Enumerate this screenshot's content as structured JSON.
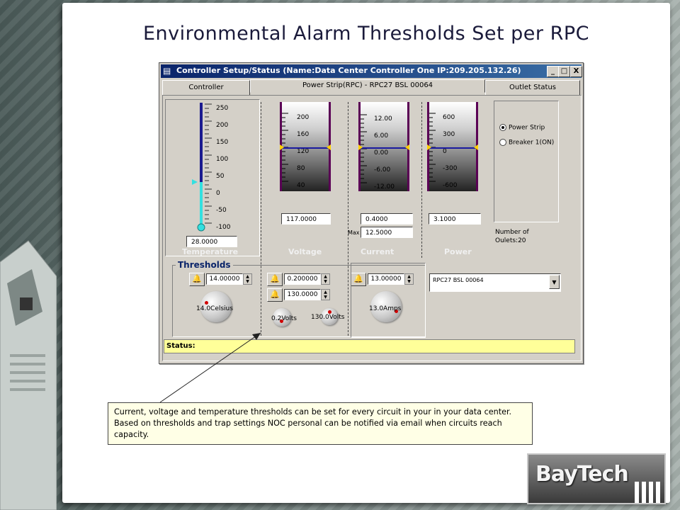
{
  "slide": {
    "title": "Environmental Alarm Thresholds Set per RPC",
    "callout_text": "Current, voltage and temperature thresholds can be set for every circuit in your in your data center. Based on thresholds and trap settings NOC personal can be notified via email when circuits reach capacity.",
    "logo_text": "BayTech"
  },
  "window": {
    "title": "Controller Setup/Status (Name:Data Center Controller One IP:209.205.132.26)",
    "buttons": {
      "minimize": "_",
      "maximize": "□",
      "close": "X"
    },
    "tabs": [
      {
        "label": "Controller",
        "active": false
      },
      {
        "label": "Power Strip(RPC) - RPC27 BSL 00064",
        "active": true
      },
      {
        "label": "Outlet Status",
        "active": false
      }
    ]
  },
  "gauges": {
    "temperature": {
      "label": "Temperature",
      "ticks": [
        "250",
        "200",
        "150",
        "100",
        "50",
        "0",
        "-50",
        "-100"
      ],
      "value": "28.0000"
    },
    "voltage": {
      "label": "Voltage",
      "ticks": [
        "200",
        "160",
        "120",
        "80",
        "40"
      ],
      "value": "117.0000"
    },
    "current": {
      "label": "Current",
      "ticks": [
        "12.00",
        "6.00",
        "0.00",
        "-6.00",
        "-12.00"
      ],
      "value": "0.4000",
      "max_label": "Max",
      "max_value": "12.5000"
    },
    "power": {
      "label": "Power",
      "ticks": [
        "600",
        "300",
        "0",
        "-300",
        "-600"
      ],
      "value": "3.1000"
    }
  },
  "side_panel": {
    "options": [
      {
        "label": "Power Strip",
        "selected": true
      },
      {
        "label": "Breaker 1(ON)",
        "selected": false
      }
    ],
    "outlets_text_line1": "Number of",
    "outlets_text_line2": "Oulets:20"
  },
  "thresholds": {
    "title": "Thresholds",
    "temperature": {
      "value": "14.00000",
      "knob_label": "14.0Celsius"
    },
    "voltage_low": {
      "value": "0.200000",
      "knob_label": "0.2Volts"
    },
    "voltage_high": {
      "value": "130.0000",
      "knob_label": "130.0Volts"
    },
    "current": {
      "value": "13.00000",
      "knob_label": "13.0Amps"
    }
  },
  "device_select": {
    "selected": "RPC27 BSL 00064"
  },
  "status": {
    "label": "Status:"
  }
}
